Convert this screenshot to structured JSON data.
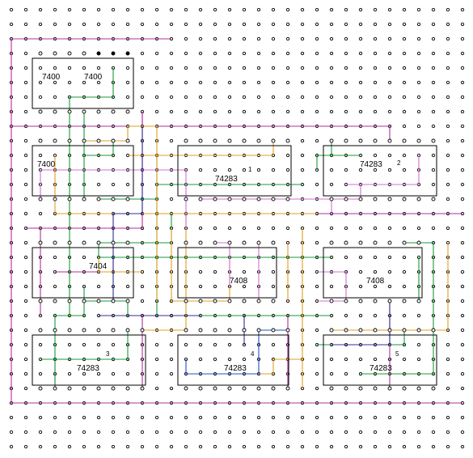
{
  "colors": {
    "background": "#ffffff",
    "hole": "#000000",
    "chip_outline": "#000000",
    "wire_magenta": "#b0309a",
    "wire_green": "#1a9a3a",
    "wire_orange": "#e0a020",
    "wire_pink": "#d070d0",
    "wire_navy": "#303090",
    "wire_blue": "#2050c0"
  },
  "chips": [
    {
      "label": "7400",
      "num": ""
    },
    {
      "label": "7400",
      "num": ""
    },
    {
      "label": "7400",
      "num": ""
    },
    {
      "label": "74283",
      "num": "1"
    },
    {
      "label": "74283",
      "num": "2"
    },
    {
      "label": "7404",
      "num": ""
    },
    {
      "label": "7408",
      "num": ""
    },
    {
      "label": "7408",
      "num": ""
    },
    {
      "label": "74283",
      "num": "3"
    },
    {
      "label": "74283",
      "num": "4"
    },
    {
      "label": "74283",
      "num": "5"
    }
  ]
}
